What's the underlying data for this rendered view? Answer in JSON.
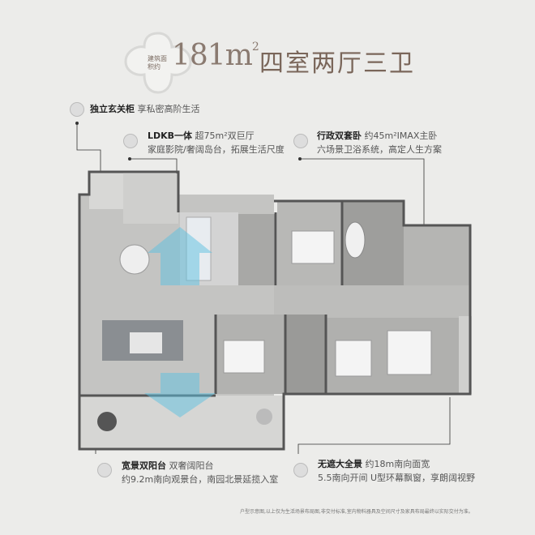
{
  "title": {
    "area_label": "建筑面积约",
    "area_value": "181m",
    "area_unit_sup": "2",
    "layout": "四室两厅三卫"
  },
  "notes": [
    {
      "bold": "独立玄关柜",
      "text": " 享私密高阶生活",
      "line2": ""
    },
    {
      "bold": "LDKB一体",
      "text": " 超75m²双巨厅",
      "line2": "家庭影院/奢阔岛台，拓展生活尺度"
    },
    {
      "bold": "行政双套卧",
      "text": " 约45m²IMAX主卧",
      "line2": "六场景卫浴系统，高定人生方案"
    },
    {
      "bold": "宽景双阳台",
      "text": " 双奢阔阳台",
      "line2": "约9.2m南向观景台，南园北景延揽入室"
    },
    {
      "bold": "无遮大全景",
      "text": " 约18m南向面宽",
      "line2": "5.5南向开间 U型环幕飘窗，享朗阔视野"
    }
  ],
  "disclaimer": "户型示意图,以上仅为生活场景布局图,非交付标准,室内物料器具及空间尺寸及家具布局最终以实际交付为准。",
  "colors": {
    "accent": "#8a7a70",
    "arrow": "#5bc0e0",
    "floor": "#bdbdbb",
    "wall": "#555555"
  }
}
